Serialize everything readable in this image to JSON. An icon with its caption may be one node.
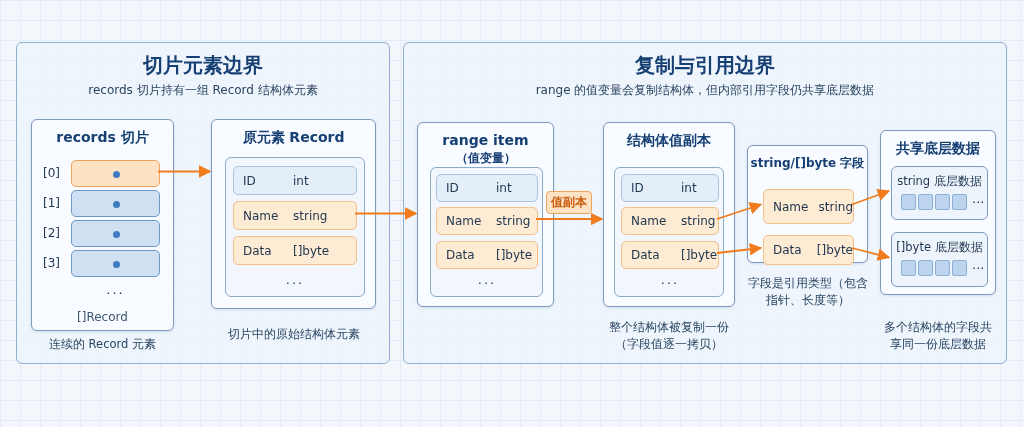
{
  "diagram": {
    "nodes": [
      {
        "text": [
          "切片元素边界",
          "records 切片持有一组 Record 结构体元素"
        ]
      },
      {
        "text": [
          "records 切片",
          "[]Record"
        ],
        "beside": [
          "连续的 Record 元素"
        ],
        "in": 0
      },
      {
        "text": [],
        "shape": "box",
        "beside": [
          "[0]"
        ],
        "in": 1
      },
      {
        "text": [],
        "shape": "box",
        "beside": [
          "[1]"
        ],
        "in": 1
      },
      {
        "text": [],
        "shape": "box",
        "beside": [
          "[2]"
        ],
        "in": 1
      },
      {
        "text": [],
        "shape": "box",
        "beside": [
          "[3]"
        ],
        "in": 1
      },
      {
        "text": [
          "..."
        ],
        "in": 1
      },
      {
        "text": [
          "原元素 Record"
        ],
        "beside": [
          "切片中的原始结构体元素"
        ],
        "in": 0
      },
      {
        "text": [
          "ID",
          "int"
        ],
        "in": 7
      },
      {
        "text": [
          "Name",
          "string"
        ],
        "in": 7
      },
      {
        "text": [
          "Data",
          "[]byte"
        ],
        "in": 7
      },
      {
        "text": [
          "..."
        ],
        "in": 7
      },
      {
        "text": [
          "复制与引用边界",
          "range 的值变量会复制结构体，但内部引用字段仍共享底层数据"
        ]
      },
      {
        "text": [
          "range item",
          "（值变量）"
        ],
        "in": 12
      },
      {
        "text": [
          "ID",
          "int"
        ],
        "in": 13
      },
      {
        "text": [
          "Name",
          "string"
        ],
        "in": 13
      },
      {
        "text": [
          "Data",
          "[]byte"
        ],
        "in": 13
      },
      {
        "text": [
          "..."
        ],
        "in": 13
      },
      {
        "text": [
          "结构体值副本"
        ],
        "beside": [
          "整个结构体被复制一份（字段值逐一拷贝）"
        ],
        "in": 12
      },
      {
        "text": [
          "ID",
          "int"
        ],
        "in": 18
      },
      {
        "text": [
          "Name",
          "string"
        ],
        "in": 18
      },
      {
        "text": [
          "Data",
          "[]byte"
        ],
        "in": 18
      },
      {
        "text": [
          "..."
        ],
        "in": 18
      },
      {
        "text": [
          "string/[]byte 字段"
        ],
        "beside": [
          "字段是引用类型（包含指针、长度等）"
        ],
        "in": 12
      },
      {
        "text": [
          "Name",
          "string"
        ],
        "in": 23
      },
      {
        "text": [
          "Data",
          "[]byte"
        ],
        "in": 23
      },
      {
        "text": [
          "共享底层数据"
        ],
        "beside": [
          "多个结构体的字段共享同一份底层数据"
        ],
        "in": 12
      },
      {
        "text": [
          "string 底层数据",
          "..."
        ],
        "in": 26
      },
      {
        "text": [
          "[]byte 底层数据",
          "..."
        ],
        "in": 26
      }
    ],
    "edges": [
      {
        "from": 2,
        "to": 7,
        "arrow": "to"
      },
      {
        "from": 9,
        "to": 13,
        "arrow": "to"
      },
      {
        "from": 15,
        "to": 18,
        "label": "值副本",
        "arrow": "to"
      },
      {
        "from": 20,
        "to": 24,
        "arrow": "to"
      },
      {
        "from": 21,
        "to": 25,
        "arrow": "to"
      },
      {
        "from": 24,
        "to": 27,
        "arrow": "to"
      },
      {
        "from": 25,
        "to": 28,
        "arrow": "to"
      }
    ]
  }
}
